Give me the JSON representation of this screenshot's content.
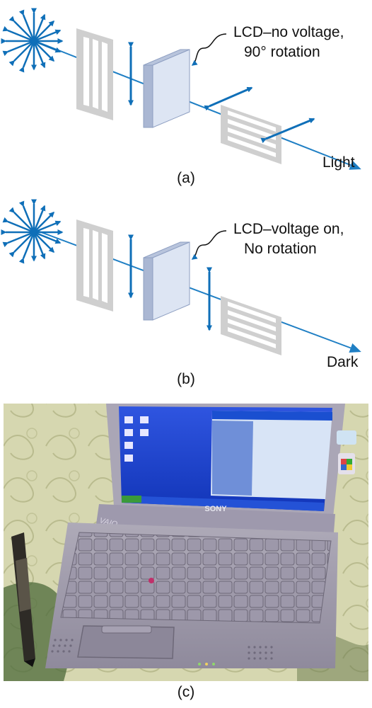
{
  "panel_a": {
    "callout_line1": "LCD–no voltage,",
    "callout_line2": "90° rotation",
    "output_label": "Light",
    "caption": "(a)"
  },
  "panel_b": {
    "callout_line1": "LCD–voltage on,",
    "callout_line2": "No rotation",
    "output_label": "Dark",
    "caption": "(b)"
  },
  "panel_c": {
    "photo_brand": "SONY",
    "photo_model": "VAIO",
    "caption": "(c)"
  },
  "colors": {
    "beam": "#1f7fc4",
    "arrow": "#0f6fb8",
    "polarizer": "#cfcfcf",
    "lcd_face": "#dde5f3",
    "lcd_edge": "#8e9fc2"
  }
}
